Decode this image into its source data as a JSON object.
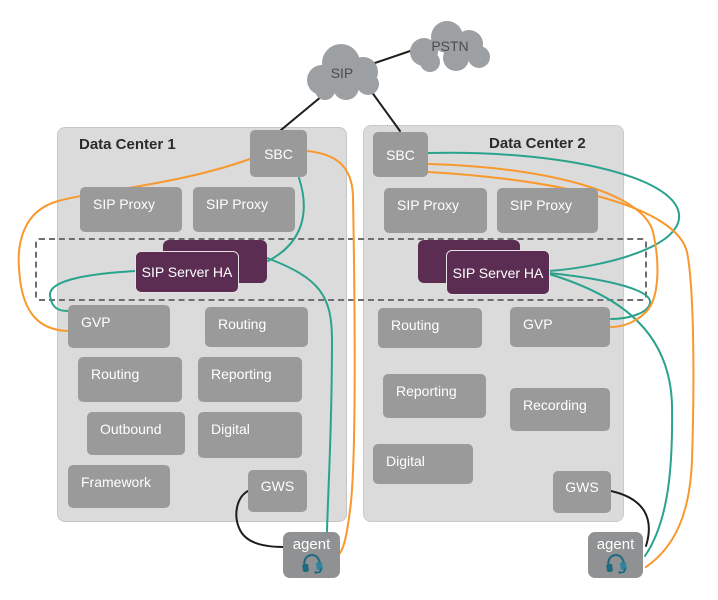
{
  "colors": {
    "teal": "#2AA38C",
    "orange": "#F8992E",
    "purple": "#5B2D53",
    "boxgray": "#9A9A9A",
    "dcbg": "#DBDBDB",
    "dcborder": "#C6C6C6",
    "cloud": "#9DA0A3",
    "agentgray": "#8F9192",
    "dash": "#6E6E6E",
    "line": "#1D1D1D",
    "headset": "#1E6A80"
  },
  "clouds": {
    "sip": "SIP",
    "pstn": "PSTN"
  },
  "dc1": {
    "title": "Data Center 1",
    "sbc": "SBC",
    "proxy1": "SIP Proxy",
    "proxy2": "SIP Proxy",
    "ha": "SIP Server HA",
    "services": {
      "gvp": "GVP",
      "routing1": "Routing",
      "routing2": "Routing",
      "reporting": "Reporting",
      "outbound": "Outbound",
      "digital": "Digital",
      "framework": "Framework",
      "gws": "GWS"
    }
  },
  "dc2": {
    "title": "Data Center 2",
    "sbc": "SBC",
    "proxy1": "SIP Proxy",
    "proxy2": "SIP Proxy",
    "ha": "SIP Server HA",
    "services": {
      "routing": "Routing",
      "gvp": "GVP",
      "reporting": "Reporting",
      "recording": "Recording",
      "digital": "Digital",
      "gws": "GWS"
    }
  },
  "agents": {
    "left": "agent",
    "right": "agent"
  }
}
